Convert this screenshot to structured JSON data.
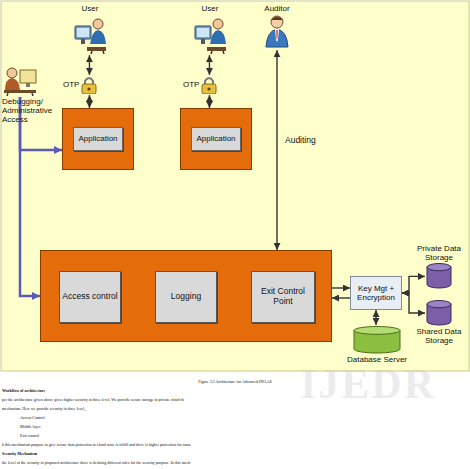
{
  "diagram": {
    "caption": "Figure 3.2 Architecture for Advanced DPAAS",
    "nodes": [
      {
        "text": [
          "User"
        ]
      },
      {
        "text": [
          "User"
        ]
      },
      {
        "text": [
          "Auditor"
        ]
      },
      {
        "text": [
          "OTP"
        ]
      },
      {
        "text": [
          "OTP"
        ]
      },
      {
        "text": [
          "Debugging/ Administrative Access"
        ]
      },
      {
        "text": [
          "Application"
        ]
      },
      {
        "text": [
          "Application"
        ]
      },
      {
        "text": []
      },
      {
        "text": [
          "Access control"
        ],
        "in": 8
      },
      {
        "text": [
          "Logging"
        ],
        "in": 8
      },
      {
        "text": [
          "Exit Control Point"
        ],
        "in": 8
      },
      {
        "text": [
          "Key Mgt + Encryption"
        ]
      },
      {
        "text": [
          "Private Data Storage"
        ]
      },
      {
        "text": [
          "Shared Data Storage"
        ]
      },
      {
        "text": [
          "Database Server"
        ]
      }
    ],
    "edges": [
      {
        "from": 0,
        "to": 3,
        "arrow": "both"
      },
      {
        "from": 3,
        "to": 6,
        "arrow": "both"
      },
      {
        "from": 1,
        "to": 4,
        "arrow": "both"
      },
      {
        "from": 4,
        "to": 7,
        "arrow": "both"
      },
      {
        "from": 2,
        "to": 8,
        "label": "Auditing",
        "arrow": "both"
      },
      {
        "from": 5,
        "to": 6,
        "arrow": "to"
      },
      {
        "from": 5,
        "to": 8,
        "arrow": "to"
      },
      {
        "from": 8,
        "to": 12,
        "arrow": "to"
      },
      {
        "from": 12,
        "to": 8,
        "arrow": "to"
      },
      {
        "from": 12,
        "to": 13,
        "arrow": "both"
      },
      {
        "from": 12,
        "to": 14,
        "arrow": "both"
      },
      {
        "from": 12,
        "to": 15,
        "arrow": "both"
      }
    ],
    "labels": [
      "IJEDR",
      "Workflow of architecture",
      "per the architecture given above gives higher security at three level. We provide secure storage in private cloud th",
      "mechanism. Here we provide security in three level,",
      "Access Control",
      "Middle layer",
      "Exit control",
      "h this mechanism purpose to give secure data protection in cloud store is fulfill and there is higher protection for stora",
      "Security Mechanism",
      "the level of the security in proposed architecture there is defining different rules for the security purpose. In this mech"
    ]
  }
}
